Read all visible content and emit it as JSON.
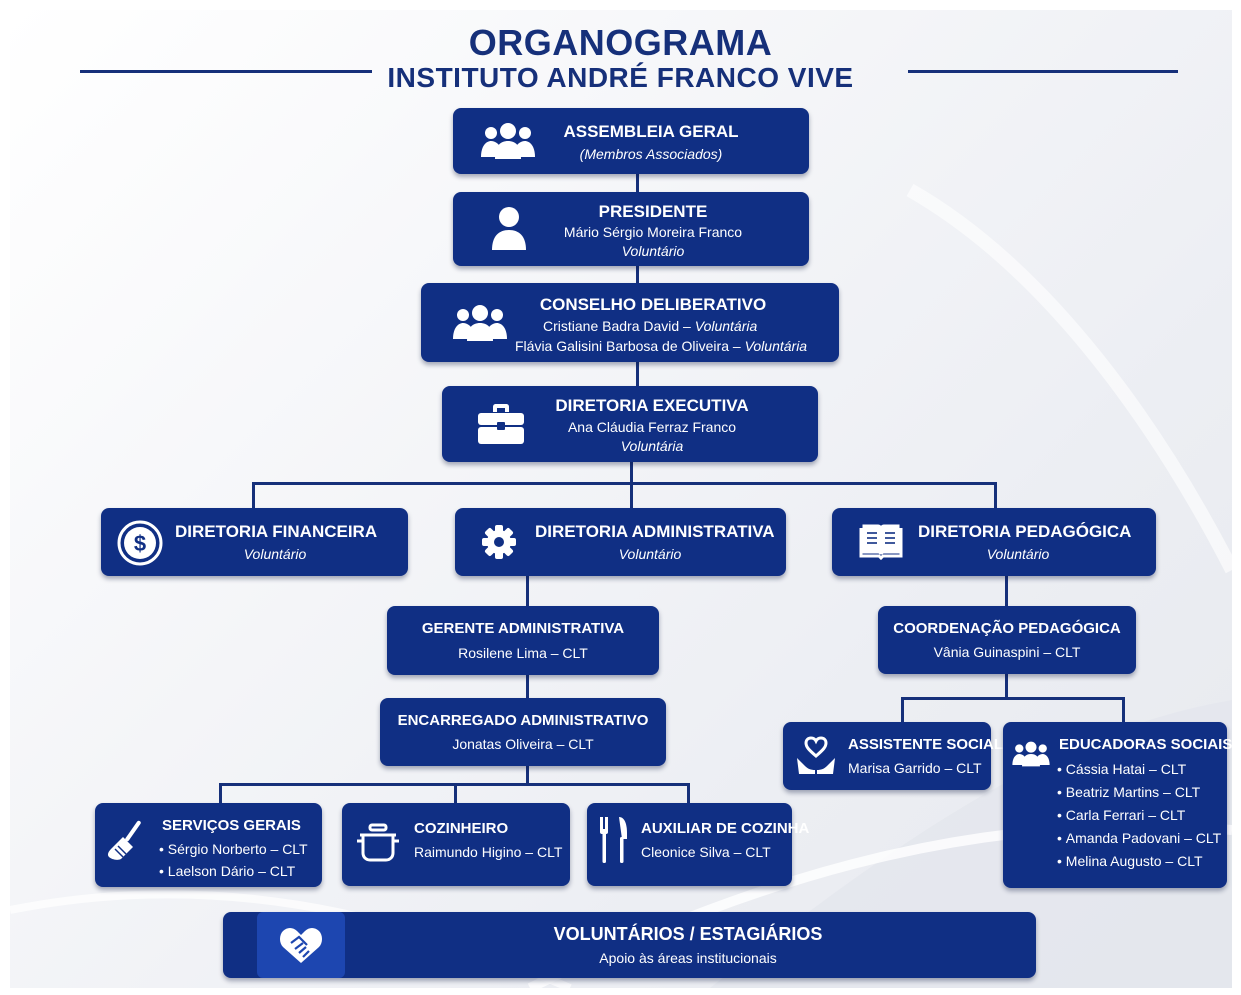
{
  "header": {
    "title": "ORGANOGRAMA",
    "subtitle": "INSTITUTO ANDRÉ FRANCO VIVE"
  },
  "colors": {
    "primary": "#102f84",
    "accent": "#1d46b0",
    "background": "#f2f3f7",
    "text_on_box": "#ffffff"
  },
  "nodes": {
    "assembleia": {
      "icon": "group-icon",
      "title": "ASSEMBLEIA GERAL",
      "subtitle": "(Membros Associados)"
    },
    "presidente": {
      "icon": "person-icon",
      "title": "PRESIDENTE",
      "name": "Mário Sérgio Moreira Franco",
      "role": "Voluntário"
    },
    "conselho": {
      "icon": "group-icon",
      "title": "CONSELHO DELIBERATIVO",
      "members": [
        {
          "name": "Cristiane Badra David",
          "role": "Voluntária"
        },
        {
          "name": "Flávia Galisini Barbosa de Oliveira",
          "role": "Voluntária"
        }
      ],
      "separator": " – "
    },
    "diretoria_executiva": {
      "icon": "briefcase-icon",
      "title": "DIRETORIA EXECUTIVA",
      "name": "Ana Cláudia Ferraz Franco",
      "role": "Voluntária"
    },
    "diretoria_financeira": {
      "icon": "dollar-icon",
      "title": "DIRETORIA FINANCEIRA",
      "role": "Voluntário"
    },
    "diretoria_administrativa": {
      "icon": "gear-icon",
      "title": "DIRETORIA ADMINISTRATIVA",
      "role": "Voluntário"
    },
    "diretoria_pedagogica": {
      "icon": "book-icon",
      "title": "DIRETORIA PEDAGÓGICA",
      "role": "Voluntário"
    },
    "gerente_administrativa": {
      "title": "GERENTE ADMINISTRATIVA",
      "name": "Rosilene Lima – CLT"
    },
    "coordenacao_pedagogica": {
      "title": "COORDENAÇÃO PEDAGÓGICA",
      "name": "Vânia Guinaspini – CLT"
    },
    "encarregado_administrativo": {
      "title": "ENCARREGADO ADMINISTRATIVO",
      "name": "Jonatas Oliveira – CLT"
    },
    "assistente_social": {
      "icon": "heart-hands-icon",
      "title": "ASSISTENTE SOCIAL",
      "name": "Marisa Garrido – CLT"
    },
    "educadoras_sociais": {
      "icon": "group-icon",
      "title": "EDUCADORAS SOCIAIS",
      "members": [
        "Cássia Hatai – CLT",
        "Beatriz Martins – CLT",
        "Carla Ferrari – CLT",
        "Amanda Padovani – CLT",
        "Melina Augusto – CLT"
      ]
    },
    "servicos_gerais": {
      "icon": "broom-icon",
      "title": "SERVIÇOS GERAIS",
      "members": [
        "Sérgio Norberto – CLT",
        "Laelson Dário – CLT"
      ]
    },
    "cozinheiro": {
      "icon": "cooking-pot-icon",
      "title": "COZINHEIRO",
      "name": "Raimundo Higino – CLT"
    },
    "auxiliar_cozinha": {
      "icon": "utensils-icon",
      "title": "AUXILIAR DE COZINHA",
      "name": "Cleonice Silva – CLT"
    },
    "voluntarios": {
      "icon": "handshake-icon",
      "title": "VOLUNTÁRIOS / ESTAGIÁRIOS",
      "subtitle": "Apoio às áreas institucionais"
    }
  }
}
